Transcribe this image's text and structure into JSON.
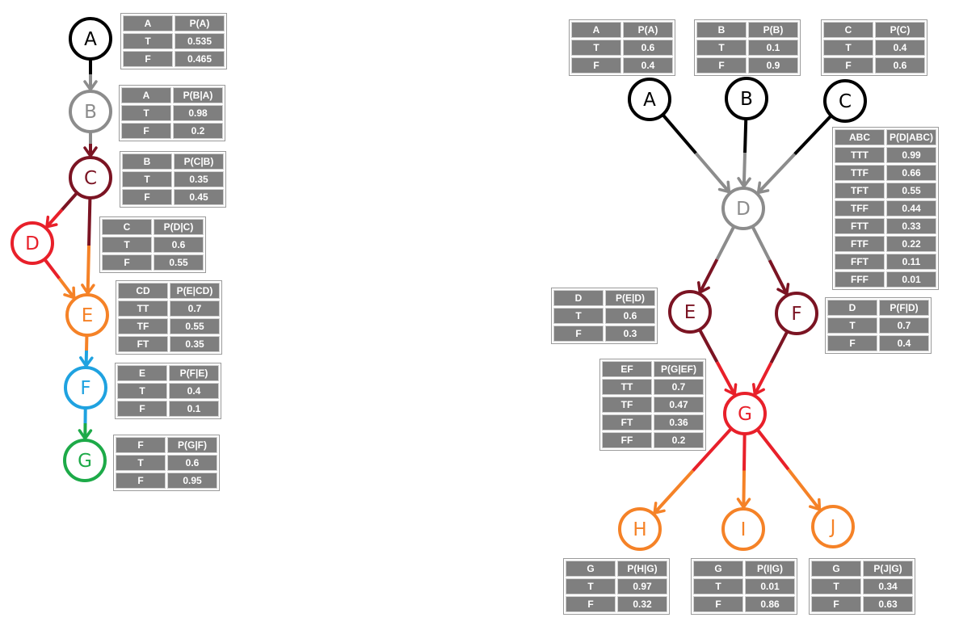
{
  "colors": {
    "black": "#000000",
    "gray": "#8c8c8c",
    "darkred": "#7b1423",
    "red": "#e8202a",
    "orange": "#f58227",
    "blue": "#1fa2e0",
    "green": "#1daa48",
    "table_cell": "#7f7f7f",
    "table_text": "#ffffff"
  },
  "diagram_left": {
    "nodes": [
      {
        "id": "A",
        "label": "A",
        "color": "black"
      },
      {
        "id": "B",
        "label": "B",
        "color": "gray"
      },
      {
        "id": "C",
        "label": "C",
        "color": "darkred"
      },
      {
        "id": "D",
        "label": "D",
        "color": "red"
      },
      {
        "id": "E",
        "label": "E",
        "color": "orange"
      },
      {
        "id": "F",
        "label": "F",
        "color": "blue"
      },
      {
        "id": "G",
        "label": "G",
        "color": "green"
      }
    ],
    "edges": [
      {
        "from": "A",
        "to": "B"
      },
      {
        "from": "B",
        "to": "C"
      },
      {
        "from": "C",
        "to": "D"
      },
      {
        "from": "C",
        "to": "E"
      },
      {
        "from": "D",
        "to": "E"
      },
      {
        "from": "E",
        "to": "F"
      },
      {
        "from": "F",
        "to": "G"
      }
    ],
    "tables": [
      {
        "id": "L-A",
        "header": [
          "A",
          "P(A)"
        ],
        "rows": [
          [
            "T",
            "0.535"
          ],
          [
            "F",
            "0.465"
          ]
        ]
      },
      {
        "id": "L-B",
        "header": [
          "A",
          "P(B|A)"
        ],
        "rows": [
          [
            "T",
            "0.98"
          ],
          [
            "F",
            "0.2"
          ]
        ]
      },
      {
        "id": "L-C",
        "header": [
          "B",
          "P(C|B)"
        ],
        "rows": [
          [
            "T",
            "0.35"
          ],
          [
            "F",
            "0.45"
          ]
        ]
      },
      {
        "id": "L-D",
        "header": [
          "C",
          "P(D|C)"
        ],
        "rows": [
          [
            "T",
            "0.6"
          ],
          [
            "F",
            "0.55"
          ]
        ]
      },
      {
        "id": "L-E",
        "header": [
          "CD",
          "P(E|CD)"
        ],
        "rows": [
          [
            "TT",
            "0.7"
          ],
          [
            "TF",
            "0.55"
          ],
          [
            "FT",
            "0.35"
          ]
        ]
      },
      {
        "id": "L-F",
        "header": [
          "E",
          "P(F|E)"
        ],
        "rows": [
          [
            "T",
            "0.4"
          ],
          [
            "F",
            "0.1"
          ]
        ]
      },
      {
        "id": "L-G",
        "header": [
          "F",
          "P(G|F)"
        ],
        "rows": [
          [
            "T",
            "0.6"
          ],
          [
            "F",
            "0.95"
          ]
        ]
      }
    ]
  },
  "diagram_right": {
    "nodes": [
      {
        "id": "A",
        "label": "A",
        "color": "black"
      },
      {
        "id": "B",
        "label": "B",
        "color": "black"
      },
      {
        "id": "C",
        "label": "C",
        "color": "black"
      },
      {
        "id": "D",
        "label": "D",
        "color": "gray"
      },
      {
        "id": "E",
        "label": "E",
        "color": "darkred"
      },
      {
        "id": "F",
        "label": "F",
        "color": "darkred"
      },
      {
        "id": "G",
        "label": "G",
        "color": "red"
      },
      {
        "id": "H",
        "label": "H",
        "color": "orange"
      },
      {
        "id": "I",
        "label": "I",
        "color": "orange"
      },
      {
        "id": "J",
        "label": "J",
        "color": "orange"
      }
    ],
    "edges": [
      {
        "from": "A",
        "to": "D"
      },
      {
        "from": "B",
        "to": "D"
      },
      {
        "from": "C",
        "to": "D"
      },
      {
        "from": "D",
        "to": "E"
      },
      {
        "from": "D",
        "to": "F"
      },
      {
        "from": "E",
        "to": "G"
      },
      {
        "from": "F",
        "to": "G"
      },
      {
        "from": "G",
        "to": "H"
      },
      {
        "from": "G",
        "to": "I"
      },
      {
        "from": "G",
        "to": "J"
      }
    ],
    "tables": [
      {
        "id": "R-A",
        "header": [
          "A",
          "P(A)"
        ],
        "rows": [
          [
            "T",
            "0.6"
          ],
          [
            "F",
            "0.4"
          ]
        ]
      },
      {
        "id": "R-B",
        "header": [
          "B",
          "P(B)"
        ],
        "rows": [
          [
            "T",
            "0.1"
          ],
          [
            "F",
            "0.9"
          ]
        ]
      },
      {
        "id": "R-C",
        "header": [
          "C",
          "P(C)"
        ],
        "rows": [
          [
            "T",
            "0.4"
          ],
          [
            "F",
            "0.6"
          ]
        ]
      },
      {
        "id": "R-D",
        "header": [
          "ABC",
          "P(D|ABC)"
        ],
        "rows": [
          [
            "TTT",
            "0.99"
          ],
          [
            "TTF",
            "0.66"
          ],
          [
            "TFT",
            "0.55"
          ],
          [
            "TFF",
            "0.44"
          ],
          [
            "FTT",
            "0.33"
          ],
          [
            "FTF",
            "0.22"
          ],
          [
            "FFT",
            "0.11"
          ],
          [
            "FFF",
            "0.01"
          ]
        ]
      },
      {
        "id": "R-E",
        "header": [
          "D",
          "P(E|D)"
        ],
        "rows": [
          [
            "T",
            "0.6"
          ],
          [
            "F",
            "0.3"
          ]
        ]
      },
      {
        "id": "R-F",
        "header": [
          "D",
          "P(F|D)"
        ],
        "rows": [
          [
            "T",
            "0.7"
          ],
          [
            "F",
            "0.4"
          ]
        ]
      },
      {
        "id": "R-G",
        "header": [
          "EF",
          "P(G|EF)"
        ],
        "rows": [
          [
            "TT",
            "0.7"
          ],
          [
            "TF",
            "0.47"
          ],
          [
            "FT",
            "0.36"
          ],
          [
            "FF",
            "0.2"
          ]
        ]
      },
      {
        "id": "R-H",
        "header": [
          "G",
          "P(H|G)"
        ],
        "rows": [
          [
            "T",
            "0.97"
          ],
          [
            "F",
            "0.32"
          ]
        ]
      },
      {
        "id": "R-I",
        "header": [
          "G",
          "P(I|G)"
        ],
        "rows": [
          [
            "T",
            "0.01"
          ],
          [
            "F",
            "0.86"
          ]
        ]
      },
      {
        "id": "R-J",
        "header": [
          "G",
          "P(J|G)"
        ],
        "rows": [
          [
            "T",
            "0.34"
          ],
          [
            "F",
            "0.63"
          ]
        ]
      }
    ]
  }
}
